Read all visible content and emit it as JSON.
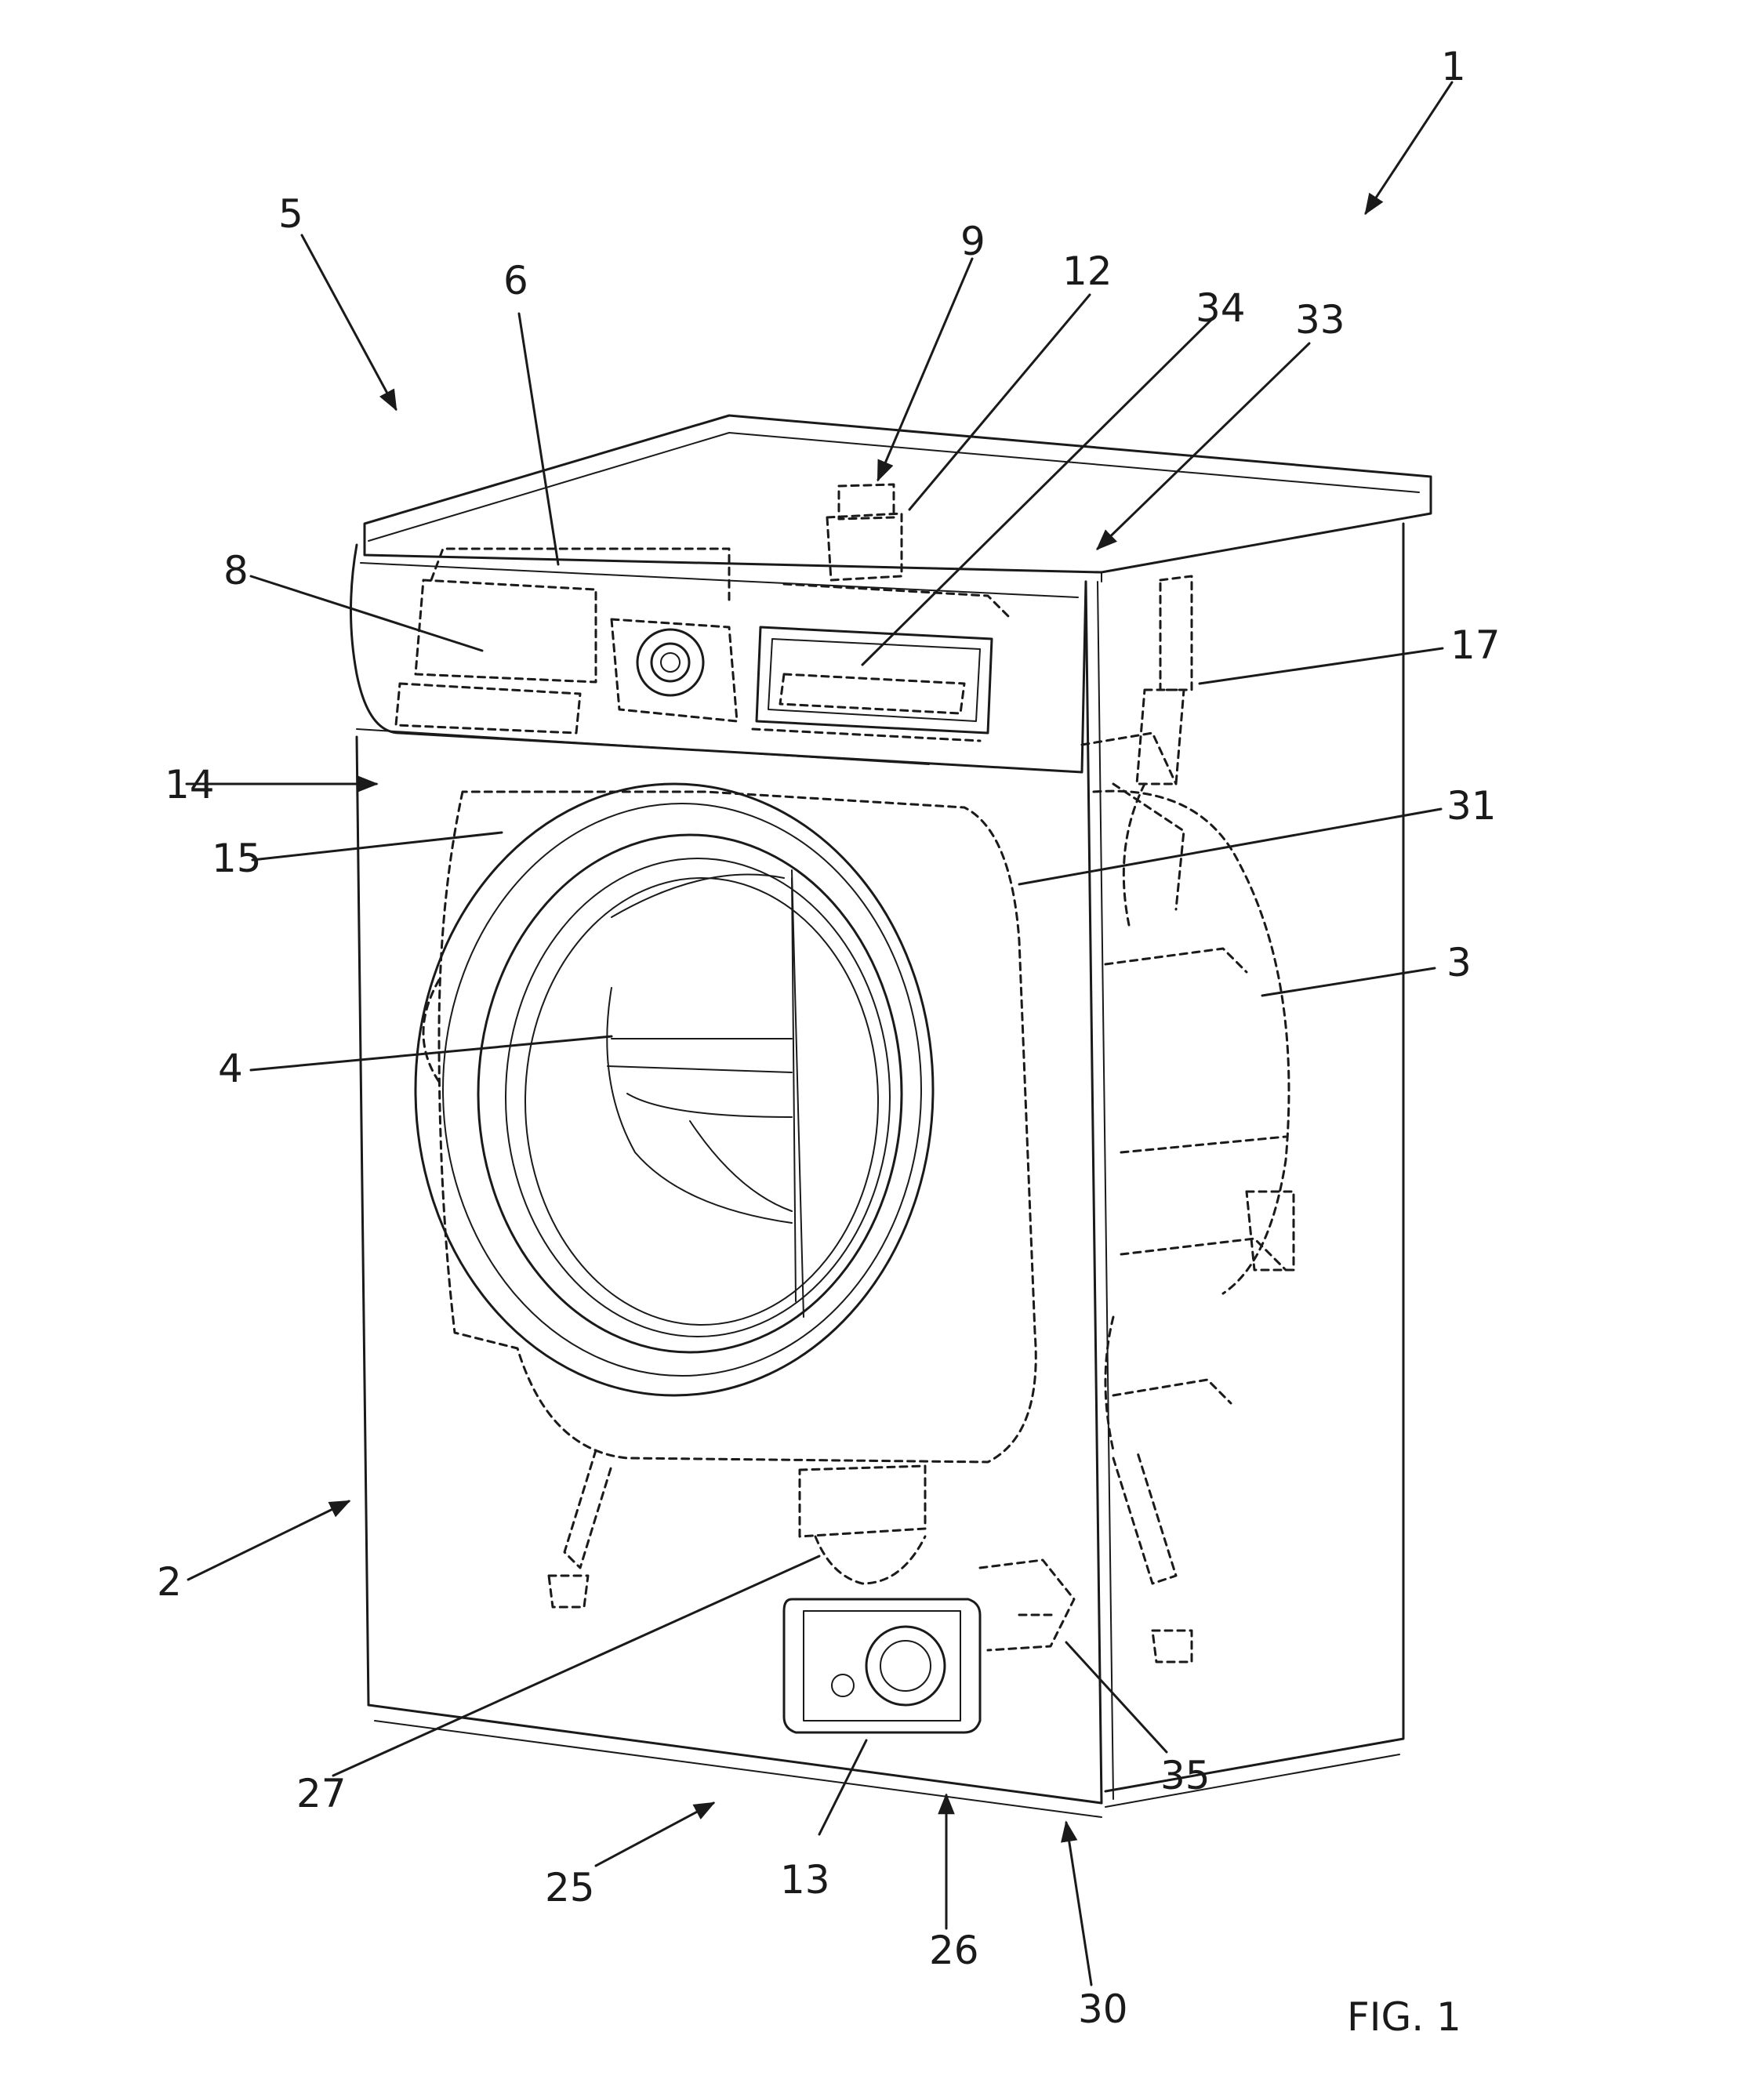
{
  "figure": {
    "caption": "FIG. 1"
  },
  "labels": {
    "n1": "1",
    "n2": "2",
    "n3": "3",
    "n4": "4",
    "n5": "5",
    "n6": "6",
    "n8": "8",
    "n9": "9",
    "n12": "12",
    "n13": "13",
    "n14": "14",
    "n15": "15",
    "n17": "17",
    "n25": "25",
    "n26": "26",
    "n27": "27",
    "n30": "30",
    "n31": "31",
    "n33": "33",
    "n34": "34",
    "n35": "35"
  },
  "colors": {
    "ink": "#1a1a1a",
    "paper": "#ffffff"
  }
}
